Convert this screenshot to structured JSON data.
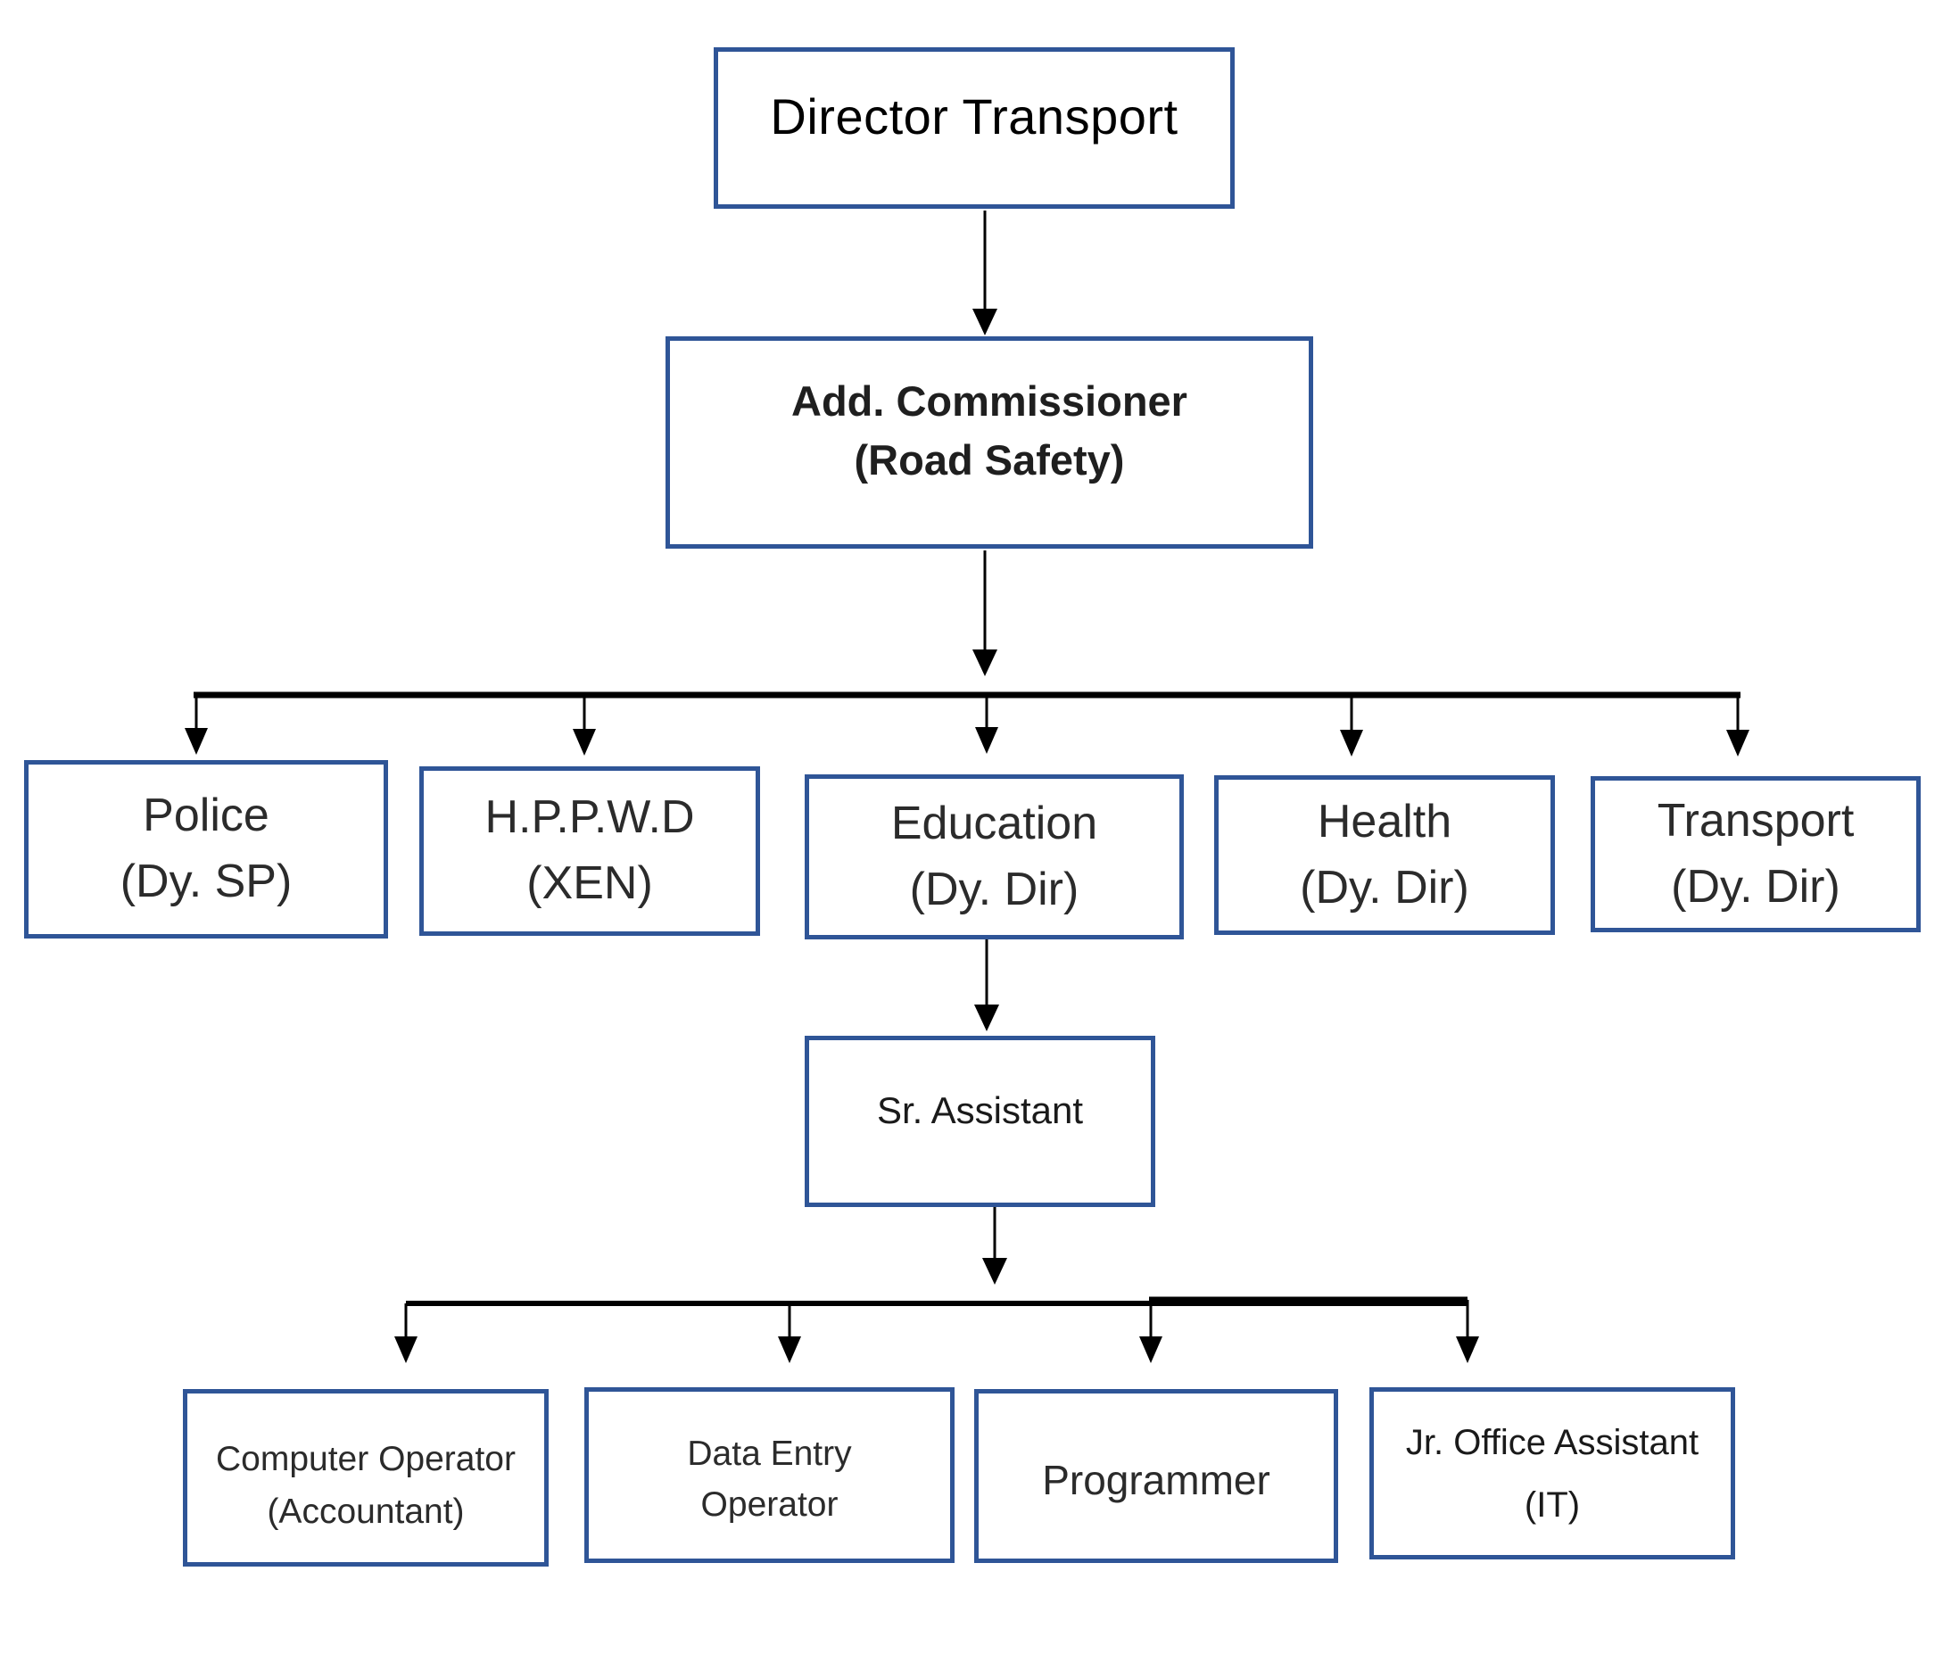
{
  "diagram": {
    "type": "org-chart",
    "nodes": {
      "director": {
        "lines": [
          "Director Transport"
        ]
      },
      "commissioner": {
        "lines": [
          "Add. Commissioner",
          "(Road Safety)"
        ]
      },
      "police": {
        "lines": [
          "Police",
          "(Dy. SP)"
        ]
      },
      "hppwd": {
        "lines": [
          "H.P.P.W.D",
          "(XEN)"
        ]
      },
      "education": {
        "lines": [
          "Education",
          "(Dy. Dir)"
        ]
      },
      "health": {
        "lines": [
          "Health",
          "(Dy. Dir)"
        ]
      },
      "transport": {
        "lines": [
          "Transport",
          "(Dy. Dir)"
        ]
      },
      "sr_assistant": {
        "lines": [
          "Sr. Assistant"
        ]
      },
      "computer_operator": {
        "lines": [
          "Computer Operator",
          "(Accountant)"
        ]
      },
      "data_entry_operator": {
        "lines": [
          "Data Entry",
          "Operator"
        ]
      },
      "programmer": {
        "lines": [
          "Programmer"
        ]
      },
      "jr_office_assistant": {
        "lines": [
          "Jr. Office Assistant",
          "(IT)"
        ]
      }
    },
    "edges": [
      {
        "from": "director",
        "to": "commissioner"
      },
      {
        "from": "commissioner",
        "to": "police"
      },
      {
        "from": "commissioner",
        "to": "hppwd"
      },
      {
        "from": "commissioner",
        "to": "education"
      },
      {
        "from": "commissioner",
        "to": "health"
      },
      {
        "from": "commissioner",
        "to": "transport"
      },
      {
        "from": "education",
        "to": "sr_assistant"
      },
      {
        "from": "sr_assistant",
        "to": "computer_operator"
      },
      {
        "from": "sr_assistant",
        "to": "data_entry_operator"
      },
      {
        "from": "sr_assistant",
        "to": "programmer"
      },
      {
        "from": "sr_assistant",
        "to": "jr_office_assistant"
      }
    ],
    "colors": {
      "box_border": "#2F5597",
      "box_fill": "#FFFFFF",
      "text": "#1F1F1F",
      "connector": "#000000",
      "background": "#FFFFFF"
    }
  }
}
